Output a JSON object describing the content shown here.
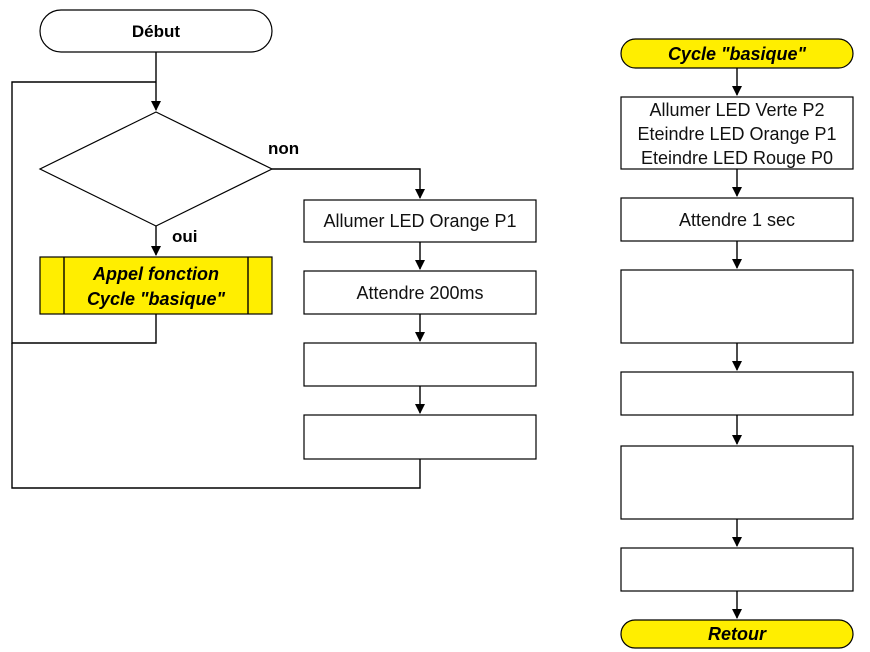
{
  "left_flow": {
    "start_label": "Début",
    "decision_no_label": "non",
    "decision_yes_label": "oui",
    "call_box": {
      "line1": "Appel fonction",
      "line2": "Cycle \"basique\""
    },
    "branch_steps": [
      "Allumer LED Orange P1",
      "Attendre 200ms",
      "",
      ""
    ]
  },
  "right_flow": {
    "title": "Cycle \"basique\"",
    "first_step": {
      "line1": "Allumer LED Verte P2",
      "line2": "Eteindre LED Orange P1",
      "line3": "Eteindre LED Rouge P0"
    },
    "wait_step": "Attendre 1 sec",
    "empty_steps": [
      "",
      "",
      "",
      ""
    ],
    "end_label": "Retour"
  },
  "colors": {
    "highlight": "#ffee00",
    "stroke": "#000000",
    "background": "#ffffff"
  }
}
